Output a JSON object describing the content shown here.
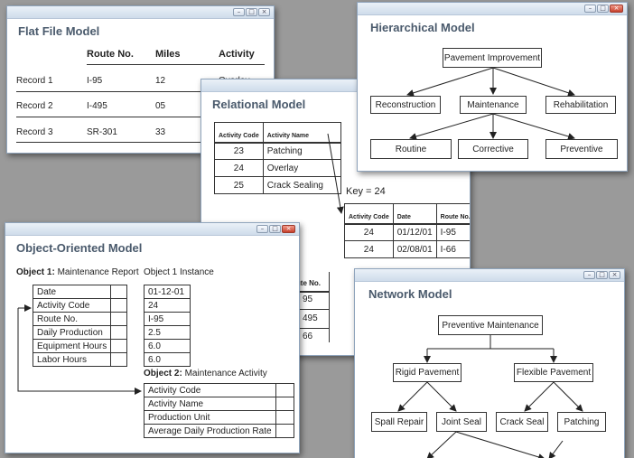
{
  "window_controls": {
    "minimize": "–",
    "maximize": "□",
    "close": "×"
  },
  "flat_file": {
    "title": "Flat File Model",
    "headers": [
      "Route No.",
      "Miles",
      "Activity"
    ],
    "rows": [
      {
        "label": "Record 1",
        "route": "I-95",
        "miles": "12",
        "activity": "Overlay"
      },
      {
        "label": "Record 2",
        "route": "I-495",
        "miles": "05",
        "activity": ""
      },
      {
        "label": "Record 3",
        "route": "SR-301",
        "miles": "33",
        "activity": ""
      }
    ]
  },
  "hierarchical": {
    "title": "Hierarchical Model",
    "root": "Pavement Improvement",
    "level1": [
      "Reconstruction",
      "Maintenance",
      "Rehabilitation"
    ],
    "level2": [
      "Routine",
      "Corrective",
      "Preventive"
    ]
  },
  "relational": {
    "title": "Relational Model",
    "table1_headers": [
      "Activity Code",
      "Activity Name"
    ],
    "table1_rows": [
      [
        "23",
        "Patching"
      ],
      [
        "24",
        "Overlay"
      ],
      [
        "25",
        "Crack Sealing"
      ]
    ],
    "key_label": "Key = 24",
    "table2_headers": [
      "Activity Code",
      "Date",
      "Route No."
    ],
    "table2_rows": [
      [
        "24",
        "01/12/01",
        "I-95"
      ],
      [
        "24",
        "02/08/01",
        "I-66"
      ]
    ],
    "table3_header": "oute No.",
    "table3_rows": [
      "95",
      "495",
      "66"
    ]
  },
  "object_oriented": {
    "title": "Object-Oriented Model",
    "object1_label": "Object 1:",
    "object1_name": "Maintenance Report",
    "instance_label": "Object 1 Instance",
    "object1_fields": [
      "Date",
      "Activity Code",
      "Route No.",
      "Daily Production",
      "Equipment Hours",
      "Labor Hours"
    ],
    "object1_values": [
      "01-12-01",
      "24",
      "I-95",
      "2.5",
      "6.0",
      "6.0"
    ],
    "object2_label": "Object 2:",
    "object2_name": "Maintenance Activity",
    "object2_fields": [
      "Activity Code",
      "Activity Name",
      "Production Unit",
      "Average Daily Production Rate"
    ]
  },
  "network": {
    "title": "Network Model",
    "root": "Preventive Maintenance",
    "level1": [
      "Rigid Pavement",
      "Flexible Pavement"
    ],
    "level2": [
      "Spall Repair",
      "Joint Seal",
      "Crack Seal",
      "Patching"
    ]
  }
}
